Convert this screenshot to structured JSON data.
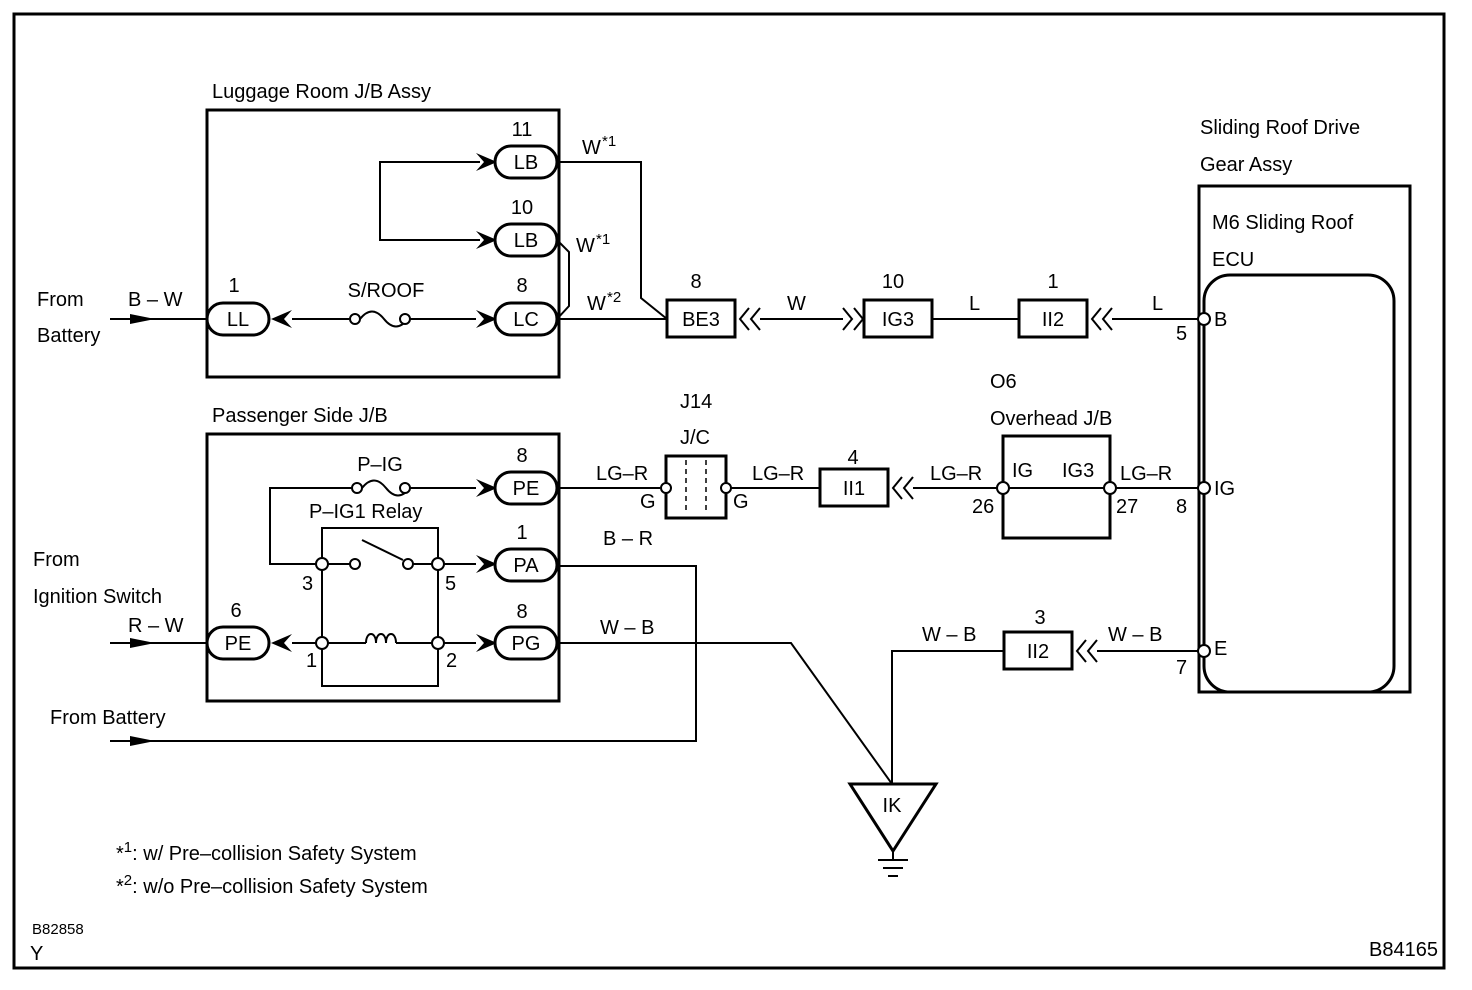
{
  "diagram_code_left": "B82858",
  "diagram_code_right": "B84165",
  "corner_letter": "Y",
  "sources": {
    "battery_top": [
      "From",
      "Battery"
    ],
    "ignition": [
      "From",
      "Ignition Switch"
    ],
    "battery_bottom": "From Battery"
  },
  "luggage_jb": {
    "title": "Luggage Room J/B Assy",
    "fuse": "S/ROOF",
    "connectors": [
      {
        "pin": "11",
        "name": "LB"
      },
      {
        "pin": "10",
        "name": "LB"
      },
      {
        "pin": "8",
        "name": "LC"
      },
      {
        "pin": "1",
        "name": "LL"
      }
    ]
  },
  "passenger_jb": {
    "title": "Passenger Side J/B",
    "fuse": "P–IG",
    "relay": "P–IG1 Relay",
    "connectors": [
      {
        "pin": "8",
        "name": "PE"
      },
      {
        "pin": "1",
        "name": "PA"
      },
      {
        "pin": "8",
        "name": "PG"
      },
      {
        "pin": "6",
        "name": "PE"
      }
    ],
    "relay_pins": [
      "3",
      "5",
      "1",
      "2"
    ]
  },
  "inline_connectors": [
    {
      "pin": "8",
      "name": "BE3"
    },
    {
      "pin": "10",
      "name": "IG3"
    },
    {
      "pin": "1",
      "name": "II2"
    },
    {
      "pin": "4",
      "name": "II1"
    },
    {
      "pin": "3",
      "name": "II2"
    }
  ],
  "junction": {
    "code": "J14",
    "name": "J/C",
    "left_terminal": "G",
    "right_terminal": "G"
  },
  "overhead_jb": {
    "code": "O6",
    "name": "Overhead J/B",
    "left_label": "IG",
    "right_label": "IG3",
    "left_pin": "26",
    "right_pin": "27"
  },
  "ecu": {
    "assembly": [
      "Sliding Roof Drive",
      "Gear Assy"
    ],
    "name": [
      "M6 Sliding Roof",
      "ECU"
    ],
    "terminals": [
      {
        "pin": "5",
        "name": "B"
      },
      {
        "pin": "8",
        "name": "IG"
      },
      {
        "pin": "7",
        "name": "E"
      }
    ]
  },
  "ground": "IK",
  "wires": {
    "b_w": "B – W",
    "w1_top": "W",
    "w1_mid": "W",
    "w2": "W",
    "w_main": "W",
    "l_left": "L",
    "l_right": "L",
    "lg_r_1": "LG–R",
    "lg_r_2": "LG–R",
    "lg_r_3": "LG–R",
    "lg_r_4": "LG–R",
    "b_r": "B – R",
    "r_w": "R – W",
    "w_b_1": "W – B",
    "w_b_2": "W – B",
    "w_b_3": "W – B",
    "sup1": "*1",
    "sup2": "*2"
  },
  "notes": [
    {
      "mark": "*",
      "sup": "1",
      "text": ": w/ Pre–collision Safety System"
    },
    {
      "mark": "*",
      "sup": "2",
      "text": ": w/o Pre–collision Safety System"
    }
  ]
}
